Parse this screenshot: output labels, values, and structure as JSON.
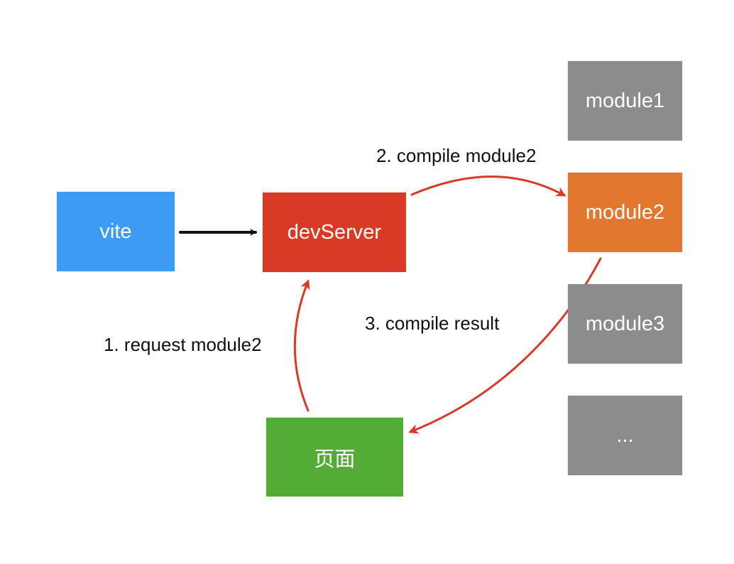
{
  "nodes": {
    "vite": {
      "label": "vite",
      "color": "#3d9bf4"
    },
    "dev_server": {
      "label": "devServer",
      "color": "#d93a26"
    },
    "page": {
      "label": "页面",
      "color": "#52ac35"
    },
    "module1": {
      "label": "module1",
      "color": "#8c8c8c"
    },
    "module2": {
      "label": "module2",
      "color": "#e2772f"
    },
    "module3": {
      "label": "module3",
      "color": "#8c8c8c"
    },
    "more": {
      "label": "...",
      "color": "#8c8c8c"
    }
  },
  "edges": {
    "compile_module2": {
      "label": "2. compile module2",
      "color": "#d93a26"
    },
    "compile_result": {
      "label": "3. compile result",
      "color": "#d93a26"
    },
    "request_module2": {
      "label": "1. request module2",
      "color": "#d93a26"
    },
    "vite_to_dev": {
      "color": "#111111"
    }
  }
}
